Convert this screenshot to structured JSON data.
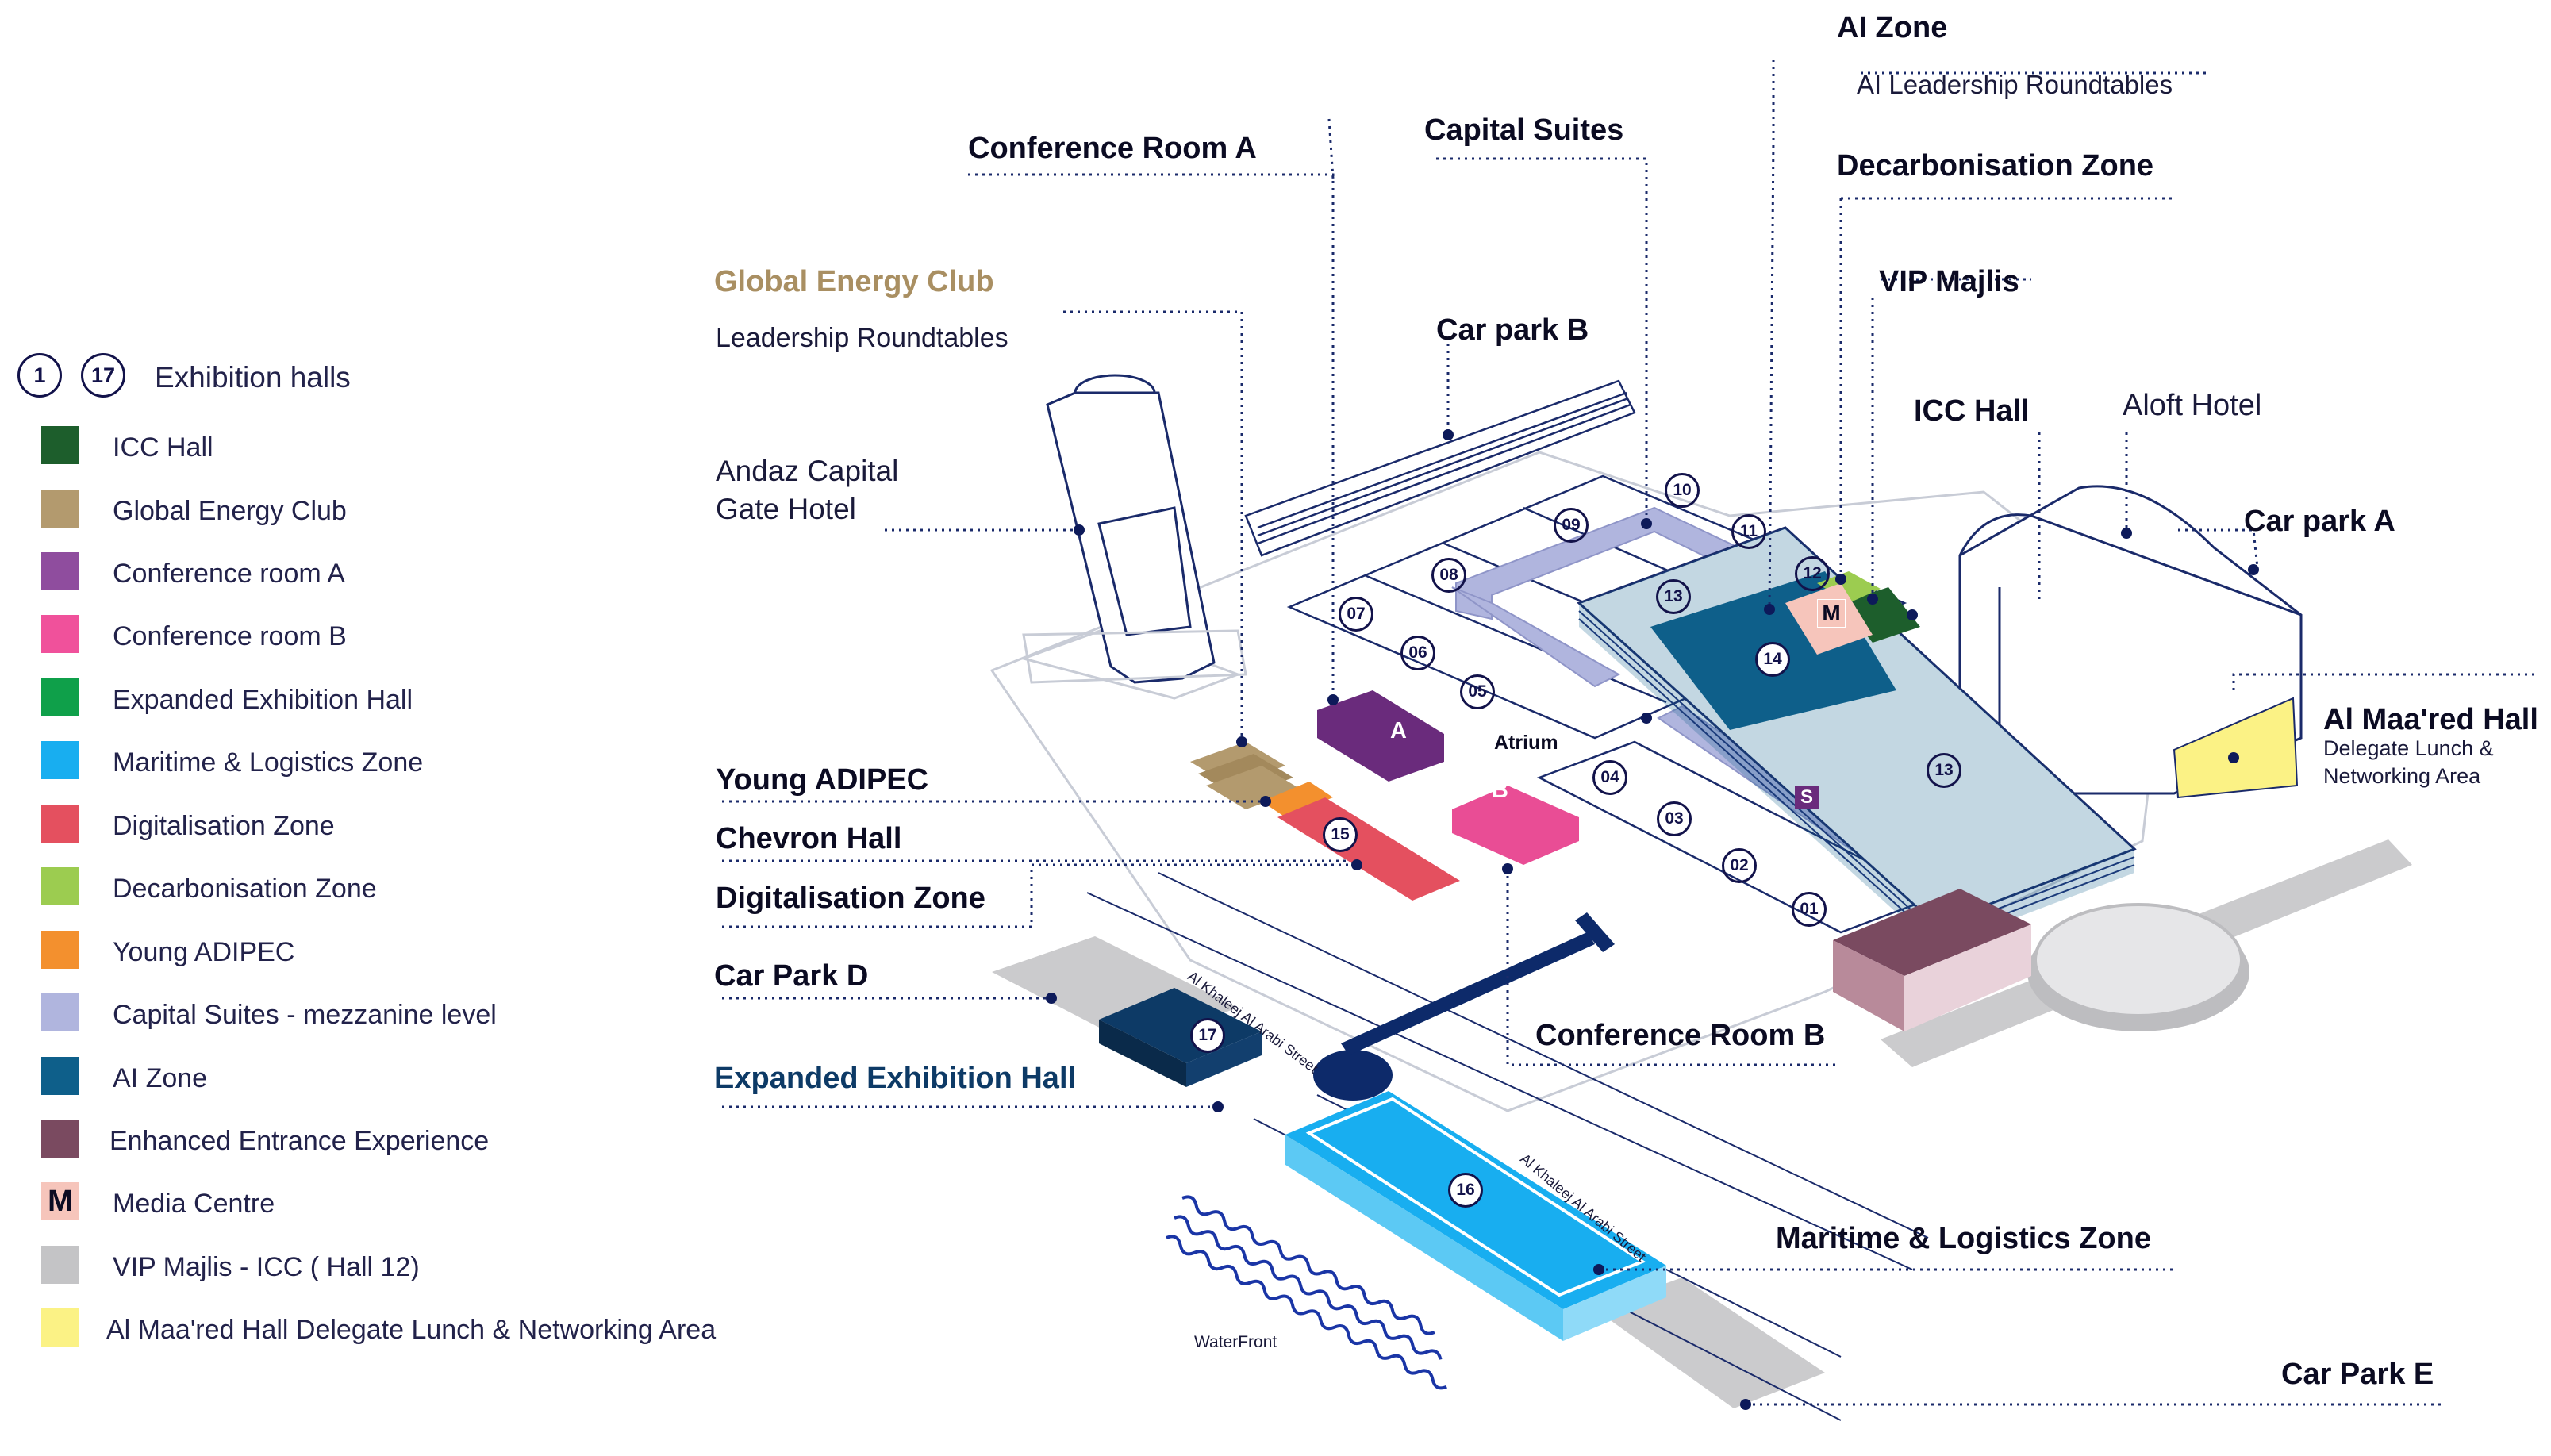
{
  "legend": {
    "halls_sample": [
      "1",
      "17"
    ],
    "halls_label": "Exhibition halls",
    "items": [
      {
        "label": "ICC Hall",
        "color": "#1d5e2c",
        "glyph": ""
      },
      {
        "label": "Global Energy Club",
        "color": "#b39a6e",
        "glyph": ""
      },
      {
        "label": "Conference room A",
        "color": "#8f4d9e",
        "glyph": ""
      },
      {
        "label": "Conference room B",
        "color": "#f0519b",
        "glyph": ""
      },
      {
        "label": "Expanded Exhibition Hall",
        "color": "#0fa04a",
        "glyph": ""
      },
      {
        "label": "Maritime & Logistics  Zone",
        "color": "#18aef0",
        "glyph": ""
      },
      {
        "label": "Digitalisation Zone",
        "color": "#e4505f",
        "glyph": ""
      },
      {
        "label": "Decarbonisation Zone",
        "color": "#9ccc50",
        "glyph": ""
      },
      {
        "label": "Young ADIPEC",
        "color": "#f3902e",
        "glyph": ""
      },
      {
        "label": "Capital Suites - mezzanine level",
        "color": "#b0b5de",
        "glyph": ""
      },
      {
        "label": "AI Zone",
        "color": "#0e5f8a",
        "glyph": ""
      },
      {
        "label": "Enhanced Entrance Experience",
        "color": "#7a4a60",
        "glyph": ""
      },
      {
        "label": "Media Centre",
        "color": "#f6c5bb",
        "glyph": "M"
      },
      {
        "label": "VIP Majlis - ICC ( Hall 12)",
        "color": "#c4c4c6",
        "glyph": ""
      },
      {
        "label": "Al Maa'red Hall Delegate Lunch & Networking Area",
        "color": "#fbf285",
        "glyph": ""
      }
    ]
  },
  "labels": {
    "ai_zone": "AI Zone",
    "ai_roundtables": "AI Leadership Roundtables",
    "conference_room_a": "Conference Room A",
    "capital_suites": "Capital Suites",
    "decarbonisation_zone": "Decarbonisation Zone",
    "vip_majlis": "VIP Majlis",
    "global_energy_club": "Global Energy Club",
    "leadership_roundtables": "Leadership Roundtables",
    "car_park_b": "Car park B",
    "icc_hall": "ICC Hall",
    "aloft_hotel": "Aloft Hotel",
    "andaz_line1": "Andaz Capital",
    "andaz_line2": "Gate Hotel",
    "car_park_a": "Car park A",
    "al_maared_hall": "Al Maa'red Hall",
    "al_maared_sub1": "Delegate Lunch &",
    "al_maared_sub2": "Networking Area",
    "young_adipec": "Young ADIPEC",
    "chevron_hall": "Chevron Hall",
    "digitalisation_zone": "Digitalisation Zone",
    "car_park_d": "Car Park D",
    "conference_room_b": "Conference Room B",
    "expanded_exhibition_hall": "Expanded Exhibition Hall",
    "maritime_zone": "Maritime & Logistics Zone",
    "car_park_e": "Car Park E",
    "atrium": "Atrium",
    "water_front": "WaterFront",
    "street_1": "Al Khaleej Al Arabi Street",
    "street_2": "Al Khaleej Al Arabi Street"
  },
  "map_marks": {
    "room_a": "A",
    "room_b": "B",
    "media": "M",
    "suites": "S"
  },
  "halls": [
    "01",
    "02",
    "03",
    "04",
    "05",
    "06",
    "07",
    "08",
    "09",
    "10",
    "11",
    "12",
    "13",
    "13",
    "14",
    "15",
    "16",
    "17"
  ],
  "title_colors": {
    "global_energy_club": "#a98f62",
    "expanded_exhibition_hall": "#0d3a66"
  }
}
